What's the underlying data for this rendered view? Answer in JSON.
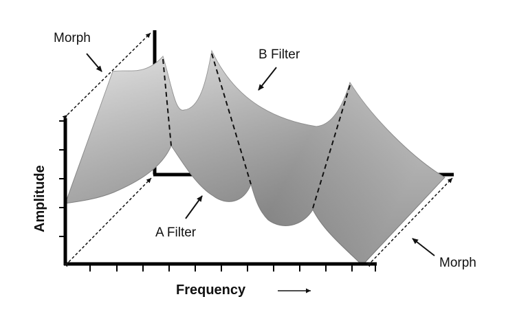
{
  "diagram": {
    "labels": {
      "morph_top": "Morph",
      "morph_bottom": "Morph",
      "b_filter": "B Filter",
      "a_filter": "A Filter",
      "amplitude": "Amplitude",
      "frequency": "Frequency"
    },
    "colors": {
      "axis": "#000000",
      "surface_light": "#dcdcdc",
      "surface_mid": "#b4b4b4",
      "surface_dark": "#8e8e8e",
      "dashes": "#111111"
    },
    "icons": [
      "arrow-right-icon"
    ]
  }
}
